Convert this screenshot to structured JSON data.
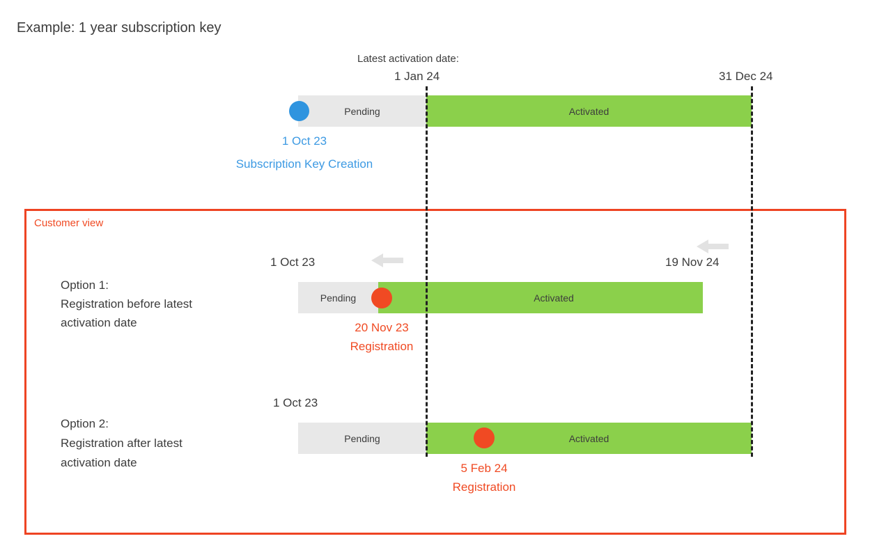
{
  "title": "Example: 1 year subscription key",
  "colors": {
    "pending": "#e8e8e8",
    "activated": "#8bd04b",
    "creation_marker": "#2f94df",
    "registration_marker": "#f04a23",
    "customer_frame": "#ee4423",
    "dashed_line": "#222222",
    "arrow": "#e2e2e2"
  },
  "timeline_top": {
    "latest_activation_caption": "Latest activation date:",
    "latest_activation_date": "1 Jan 24",
    "end_date": "31 Dec 24",
    "pending_label": "Pending",
    "activated_label": "Activated",
    "creation_date": "1 Oct 23",
    "creation_label": "Subscription Key Creation"
  },
  "customer_view": {
    "label": "Customer view",
    "options": [
      {
        "heading": "Option 1:",
        "description_line1": "Registration before latest",
        "description_line2": "activation date",
        "start_date": "1 Oct 23",
        "end_date": "19 Nov 24",
        "pending_label": "Pending",
        "activated_label": "Activated",
        "marker_date": "20 Nov 23",
        "marker_label": "Registration"
      },
      {
        "heading": "Option 2:",
        "description_line1": "Registration after latest",
        "description_line2": "activation date",
        "start_date": "1 Oct 23",
        "end_date": "",
        "pending_label": "Pending",
        "activated_label": "Activated",
        "marker_date": "5 Feb 24",
        "marker_label": "Registration"
      }
    ]
  }
}
